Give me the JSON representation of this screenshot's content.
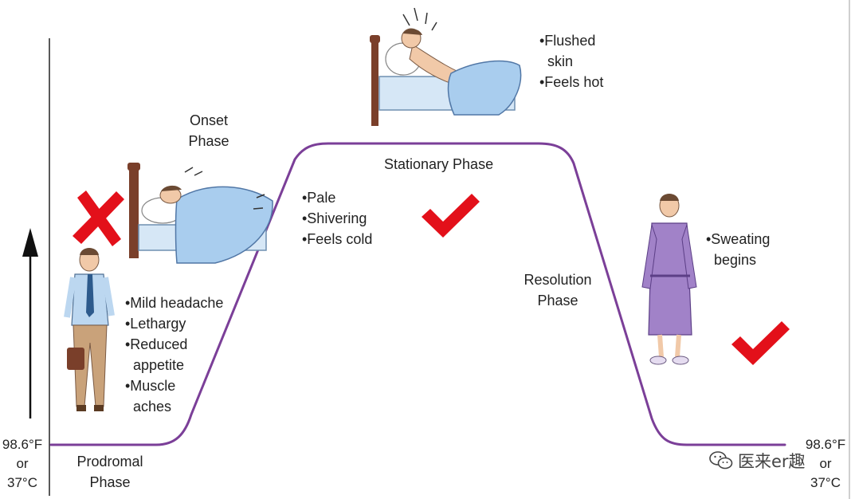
{
  "colors": {
    "curve": "#7b3f98",
    "check": "#e3101a",
    "cross": "#e3101a",
    "sheet": "#a9cdee",
    "robe": "#a182c8"
  },
  "axis": {
    "baseline_left": [
      "98.6°F",
      "or",
      "37°C"
    ],
    "baseline_right": [
      "98.6°F",
      "or",
      "37°C"
    ]
  },
  "phases": {
    "prodromal": [
      "Prodromal",
      "Phase"
    ],
    "onset": [
      "Onset",
      "Phase"
    ],
    "stationary": "Stationary Phase",
    "resolution": [
      "Resolution",
      "Phase"
    ]
  },
  "symptoms": {
    "prodromal": [
      "•Mild headache",
      "•Lethargy",
      "•Reduced",
      "  appetite",
      "•Muscle",
      "  aches"
    ],
    "onset": [
      "•Pale",
      "•Shivering",
      "•Feels cold"
    ],
    "stationary": [
      "•Flushed",
      "  skin",
      "•Feels hot"
    ],
    "resolution": [
      "•Sweating",
      "  begins"
    ]
  },
  "watermark": {
    "text": "医来er趣",
    "icon": "wechat-icon"
  },
  "icons": {
    "cross": "red-cross-icon",
    "check": "red-check-icon"
  }
}
